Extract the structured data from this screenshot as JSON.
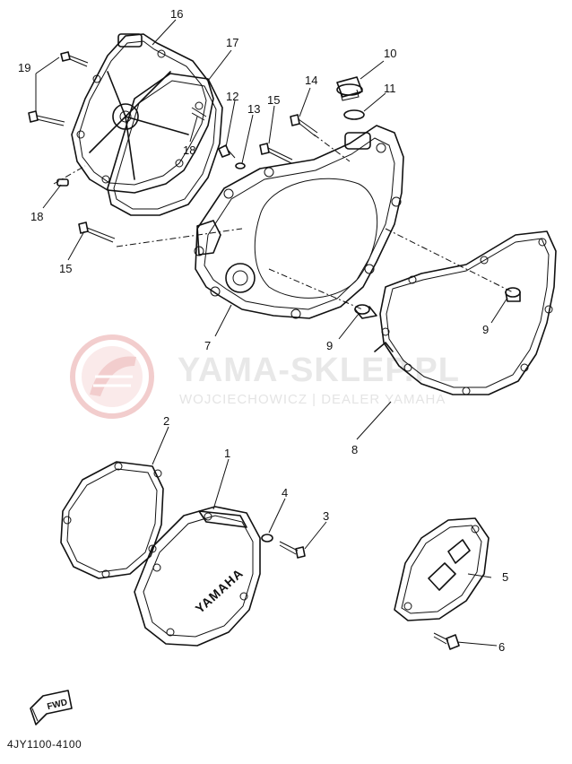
{
  "diagram": {
    "part_code": "4JY1100-4100",
    "fwd_label": "FWD",
    "brand_mark": "YAMAHA",
    "watermark": {
      "title": "YAMA-SKLEP.PL",
      "subtitle": "WOJCIECHOWICZ | DEALER YAMAHA",
      "color": "#e0a0a0"
    },
    "callouts": [
      "1",
      "2",
      "3",
      "4",
      "5",
      "6",
      "7",
      "8",
      "9",
      "9",
      "10",
      "11",
      "12",
      "13",
      "14",
      "15",
      "15",
      "16",
      "17",
      "18",
      "18",
      "19"
    ]
  }
}
